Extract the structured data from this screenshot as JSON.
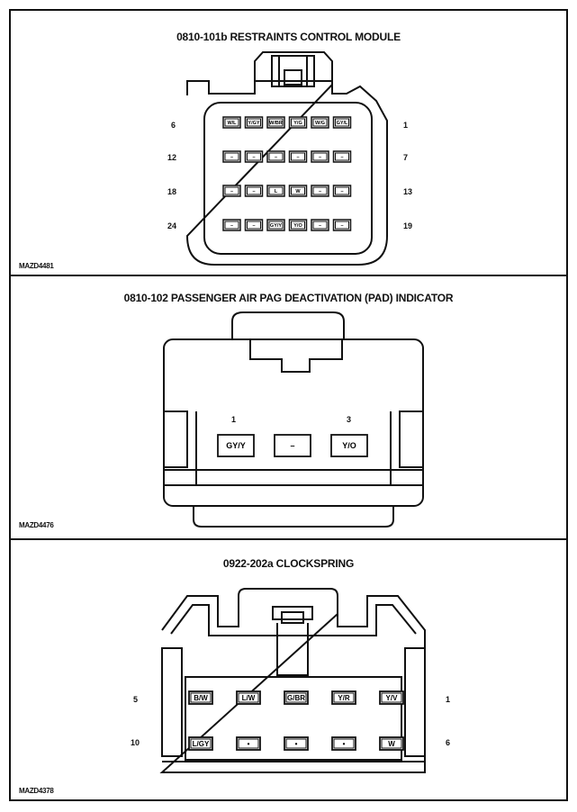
{
  "connectors": [
    {
      "title": "0810-101b RESTRAINTS CONTROL MODULE",
      "code": "MAZD4481",
      "rows": [
        {
          "left": "6",
          "right": "1",
          "pins": [
            "W/L",
            "Y/GY",
            "W/BR",
            "Y/G",
            "W/G",
            "GY/L"
          ]
        },
        {
          "left": "12",
          "right": "7",
          "pins": [
            "–",
            "–",
            "–",
            "–",
            "–",
            "–"
          ]
        },
        {
          "left": "18",
          "right": "13",
          "pins": [
            "–",
            "–",
            "L",
            "W",
            "–",
            "–"
          ]
        },
        {
          "left": "24",
          "right": "19",
          "pins": [
            "–",
            "–",
            "GY/Y",
            "Y/O",
            "–",
            "–"
          ]
        }
      ]
    },
    {
      "title": "0810-102 PASSENGER AIR PAG DEACTIVATION (PAD) INDICATOR",
      "code": "MAZD4476",
      "rows": [
        {
          "left": "1",
          "right": "3",
          "pins": [
            "GY/Y",
            "–",
            "Y/O"
          ]
        }
      ]
    },
    {
      "title": "0922-202a CLOCKSPRING",
      "code": "MAZD4378",
      "rows": [
        {
          "left": "5",
          "right": "1",
          "pins": [
            "B/W",
            "L/W",
            "G/BR",
            "Y/R",
            "Y/V"
          ]
        },
        {
          "left": "10",
          "right": "6",
          "pins": [
            "L/GY",
            "•",
            "•",
            "•",
            "W"
          ]
        }
      ]
    }
  ]
}
